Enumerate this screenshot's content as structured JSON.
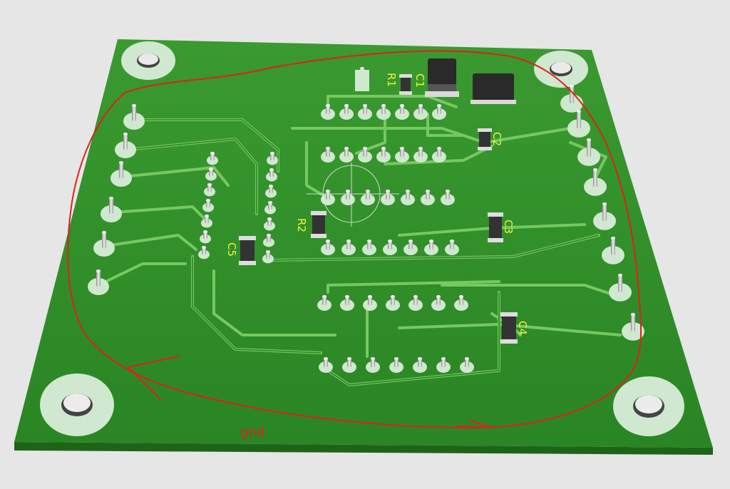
{
  "title": "",
  "colors": {
    "background": "#e6e6e6",
    "board_top": "#2f8f27",
    "board_edge": "#1f6a1a",
    "trace": "#7fd16a",
    "silkscreen": "#f2f23a",
    "annotation": "#e0201a"
  },
  "labels": {
    "c1": "C1",
    "c2": "C2",
    "c3": "C3",
    "c4": "C4",
    "c5": "C5",
    "r1": "R1",
    "r2": "R2",
    "gnd": "gnd"
  }
}
